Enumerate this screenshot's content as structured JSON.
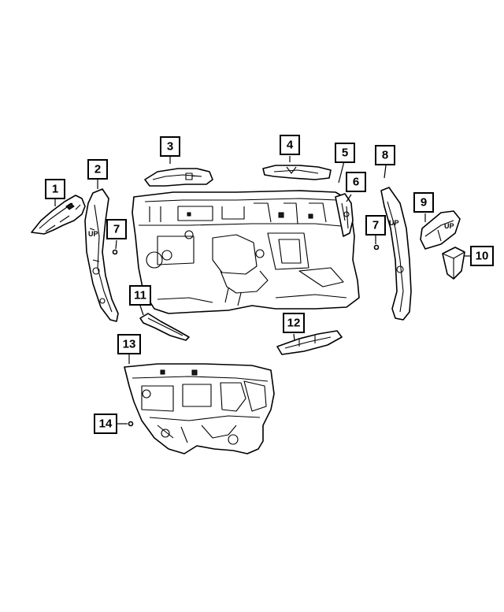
{
  "callouts": [
    {
      "id": "c1",
      "label": "1"
    },
    {
      "id": "c2",
      "label": "2"
    },
    {
      "id": "c3",
      "label": "3"
    },
    {
      "id": "c4",
      "label": "4"
    },
    {
      "id": "c5",
      "label": "5"
    },
    {
      "id": "c6",
      "label": "6"
    },
    {
      "id": "c7a",
      "label": "7"
    },
    {
      "id": "c7b",
      "label": "7"
    },
    {
      "id": "c8",
      "label": "8"
    },
    {
      "id": "c9",
      "label": "9"
    },
    {
      "id": "c10",
      "label": "10"
    },
    {
      "id": "c11",
      "label": "11"
    },
    {
      "id": "c12",
      "label": "12"
    },
    {
      "id": "c13",
      "label": "13"
    },
    {
      "id": "c14",
      "label": "14"
    }
  ],
  "part_stamps": {
    "up_left": "UP",
    "up_right": "UP",
    "up_bracket": "UP"
  },
  "colors": {
    "ink": "#000000",
    "paper": "#ffffff"
  }
}
